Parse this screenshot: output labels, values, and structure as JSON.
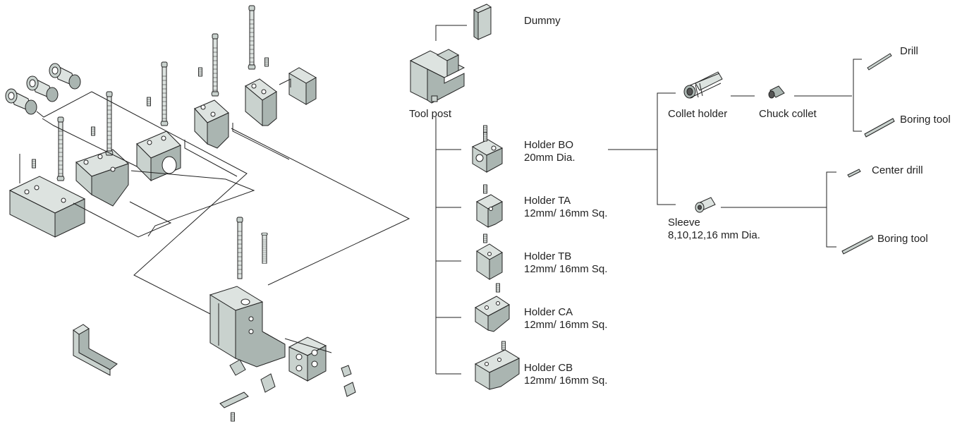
{
  "colors": {
    "part_fill": "#c9d2ce",
    "part_fill_dark": "#aab5b1",
    "part_fill_light": "#dde3e0",
    "outline": "#222222",
    "line": "#222222",
    "text": "#222222"
  },
  "labels": {
    "dummy": "Dummy",
    "tool_post": "Tool post",
    "holder_bo": {
      "name": "Holder BO",
      "size": "20mm Dia."
    },
    "holder_ta": {
      "name": "Holder TA",
      "size": "12mm/ 16mm Sq."
    },
    "holder_tb": {
      "name": "Holder TB",
      "size": "12mm/ 16mm Sq."
    },
    "holder_ca": {
      "name": "Holder CA",
      "size": "12mm/ 16mm Sq."
    },
    "holder_cb": {
      "name": "Holder CB",
      "size": "12mm/ 16mm Sq."
    },
    "collet_holder": "Collet holder",
    "chuck_collet": "Chuck collet",
    "drill": "Drill",
    "boring_tool_1": "Boring tool",
    "sleeve": {
      "name": "Sleeve",
      "size": "8,10,12,16 mm Dia."
    },
    "center_drill": "Center drill",
    "boring_tool_2": "Boring tool"
  }
}
